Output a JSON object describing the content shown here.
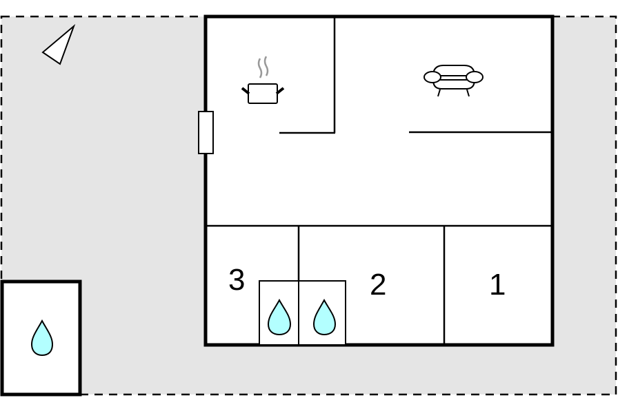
{
  "diagram": {
    "type": "floor-plan",
    "colors": {
      "plot_fill": "#e5e5e5",
      "room_fill": "#ffffff",
      "wall": "#000000",
      "water": "#b3ffff",
      "steam": "#999999"
    },
    "rooms": [
      {
        "id": "kitchen",
        "icon": "cooking-pot-icon"
      },
      {
        "id": "living-room",
        "icon": "sofa-icon"
      },
      {
        "id": "bedroom-1",
        "label": "1"
      },
      {
        "id": "bedroom-2",
        "label": "2"
      },
      {
        "id": "bedroom-3",
        "label": "3"
      },
      {
        "id": "bathroom-a",
        "icon": "water-drop-icon"
      },
      {
        "id": "bathroom-b",
        "icon": "water-drop-icon"
      },
      {
        "id": "pool",
        "icon": "water-drop-icon"
      }
    ],
    "labels": {
      "room1": "1",
      "room2": "2",
      "room3": "3"
    },
    "compass": "north-arrow-icon"
  }
}
